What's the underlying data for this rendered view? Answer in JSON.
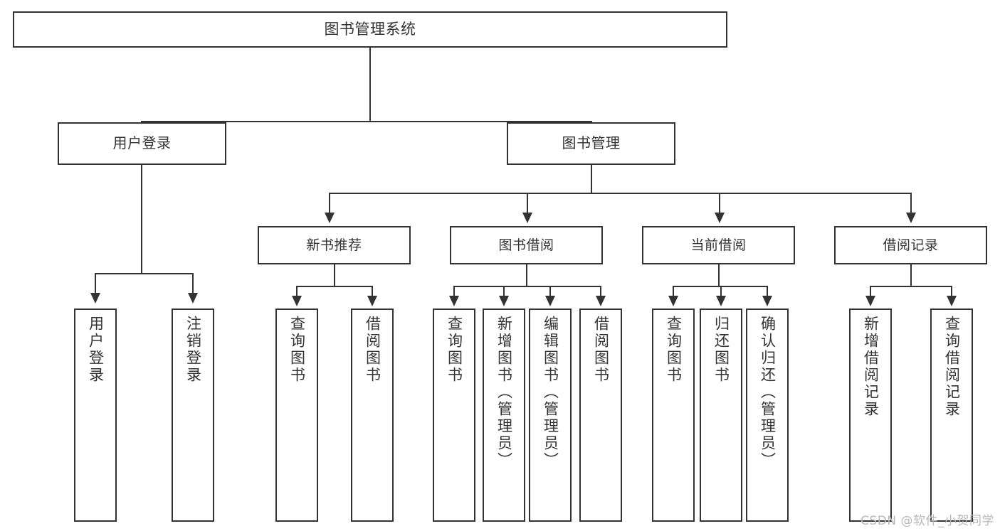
{
  "diagram": {
    "type": "tree",
    "title": "图书管理系统",
    "root": {
      "label": "图书管理系统"
    },
    "level2": [
      {
        "label": "用户登录"
      },
      {
        "label": "图书管理"
      }
    ],
    "level3": [
      {
        "label": "新书推荐"
      },
      {
        "label": "图书借阅"
      },
      {
        "label": "当前借阅"
      },
      {
        "label": "借阅记录"
      }
    ],
    "leaves": {
      "user_login": [
        {
          "label": "用户登录"
        },
        {
          "label": "注销登录"
        }
      ],
      "new_book": [
        {
          "label": "查询图书"
        },
        {
          "label": "借阅图书"
        }
      ],
      "book_borrow": [
        {
          "label": "查询图书"
        },
        {
          "label": "新增图书（管理员）"
        },
        {
          "label": "编辑图书（管理员）"
        },
        {
          "label": "借阅图书"
        }
      ],
      "current_borrow": [
        {
          "label": "查询图书"
        },
        {
          "label": "归还图书"
        },
        {
          "label": "确认归还（管理员）"
        }
      ],
      "borrow_record": [
        {
          "label": "新增借阅记录"
        },
        {
          "label": "查询借阅记录"
        }
      ]
    }
  },
  "watermark": {
    "text": "CSDN @软件_小贺同学"
  },
  "colors": {
    "stroke": "#333333",
    "background": "#ffffff",
    "text": "#333333",
    "watermark": "#b8b8b8"
  }
}
